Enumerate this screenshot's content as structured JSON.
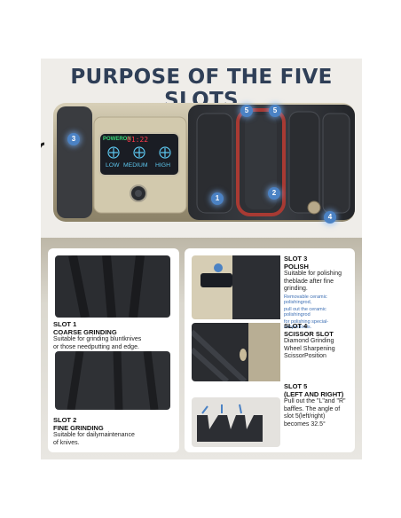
{
  "title": "PURPOSE OF THE FIVE SLOTS",
  "display": {
    "power_label": "POWERON",
    "timer": "01:22",
    "modes": [
      "LOW",
      "MEDIUM",
      "HIGH"
    ],
    "mode_icon": "crosshair-circle-icon"
  },
  "markers": [
    "1",
    "2",
    "3",
    "4",
    "5",
    "5"
  ],
  "slots": {
    "slot1": {
      "heading": "SLOT 1",
      "name": "COARSE GRINDING",
      "desc": [
        "Suitable for grinding bluntknives",
        "or those needputting and edge."
      ]
    },
    "slot2": {
      "heading": "SLOT 2",
      "name": "FINE GRINDING",
      "desc": [
        "Suitable for dailymaintenance",
        "of knives."
      ]
    },
    "slot3": {
      "heading": "SLOT 3",
      "name": "POLISH",
      "desc": [
        "Suitable for polishing",
        "theblade after fine",
        "grinding."
      ],
      "note": [
        "Removable ceramic polishingrod,",
        "pull out the ceramic polishingrod",
        "for polishing special-shapedtools."
      ]
    },
    "slot4": {
      "heading": "SLOT 4",
      "name": "SCISSOR SLOT",
      "desc": [
        "Diamond Grinding",
        "Wheel Sharpening",
        "ScissorPosition"
      ]
    },
    "slot5": {
      "heading": "SLOT 5",
      "name": "(LEFT AND RIGHT)",
      "desc": [
        "Pull out the \"L\"and \"R\"",
        "baffles. The angle of",
        "slot 5(left/right)",
        "becomes 32.5°"
      ]
    }
  },
  "colors": {
    "title": "#2f3f57",
    "pin": "#4b82c4",
    "lcd_blue": "#5cc6ee",
    "lcd_red": "#ff3b4a",
    "lcd_green": "#39d87a",
    "note_blue": "#3d6fb4"
  }
}
